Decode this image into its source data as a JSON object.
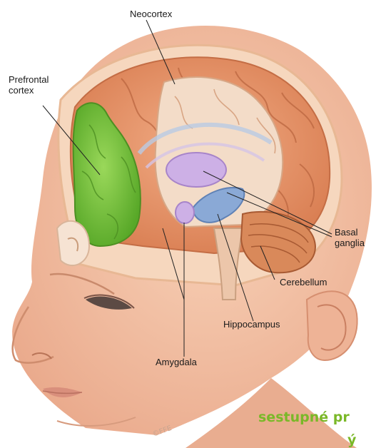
{
  "labels": {
    "neocortex": "Neocortex",
    "prefrontal_line1": "Prefrontal",
    "prefrontal_line2": "cortex",
    "basal_line1": "Basal",
    "basal_line2": "ganglia",
    "cerebellum": "Cerebellum",
    "hippocampus": "Hippocampus",
    "amygdala": "Amygdala"
  },
  "overlay": {
    "line1": "sestupné pr",
    "line2": "ý"
  },
  "colors": {
    "skin": "#f4c3a4",
    "skin_shadow": "#e6a181",
    "brain": "#e8946a",
    "prefrontal": "#7cc63a",
    "amygdala": "#c9a8e0",
    "basal_ganglia": "#c9a8e0",
    "hippocampus": "#8aa9d6",
    "cerebellum": "#d98a5a",
    "overlay_text": "#7ab828"
  }
}
